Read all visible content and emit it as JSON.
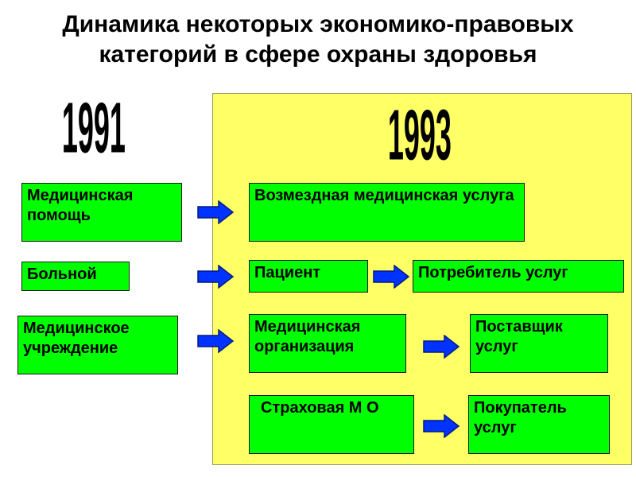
{
  "title_line1": "Динамика некоторых экономико-правовых",
  "title_line2": "категорий в сфере охраны здоровья",
  "year_left": "1991",
  "year_right": "1993",
  "boxes": {
    "med_help": "Медицинская помощь",
    "sick": "Больной",
    "med_institution": "Медицинское учреждение",
    "paid_service": "Возмездная медицинская  услуга",
    "patient": "Пациент",
    "consumer": "Потребитель услуг",
    "med_organization": "Медицинская организация",
    "provider": "Поставщик услуг",
    "insurance": "Страховая М О",
    "buyer": "Покупатель услуг"
  },
  "colors": {
    "box": "#00ff00",
    "panel": "#ffff66",
    "arrow": "#0033ff"
  },
  "icons": {
    "arrow": "arrow-right-icon"
  }
}
